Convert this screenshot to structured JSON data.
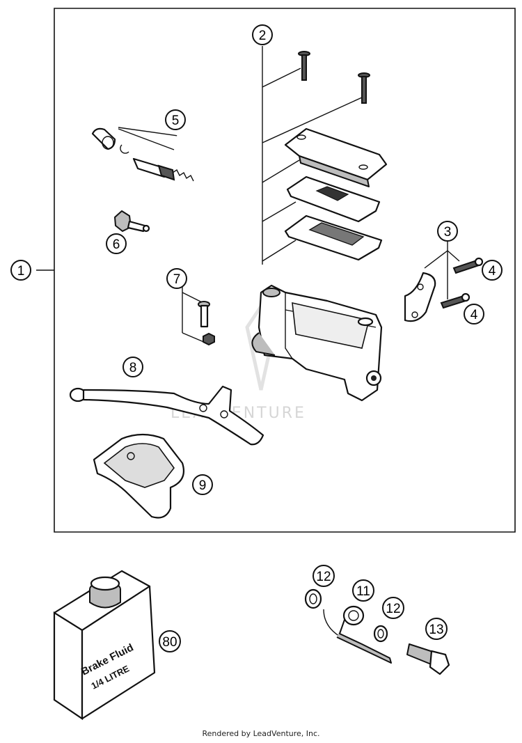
{
  "callouts": {
    "c1": "1",
    "c2": "2",
    "c3": "3",
    "c4a": "4",
    "c4b": "4",
    "c5": "5",
    "c6": "6",
    "c7": "7",
    "c8": "8",
    "c9": "9",
    "c11": "11",
    "c12a": "12",
    "c12b": "12",
    "c13": "13",
    "c80": "80"
  },
  "bottle": {
    "line1": "Brake Fluid",
    "line2": "1/4 LITRE"
  },
  "watermark": "LEADVENTURE",
  "footer": "Rendered by LeadVenture, Inc."
}
